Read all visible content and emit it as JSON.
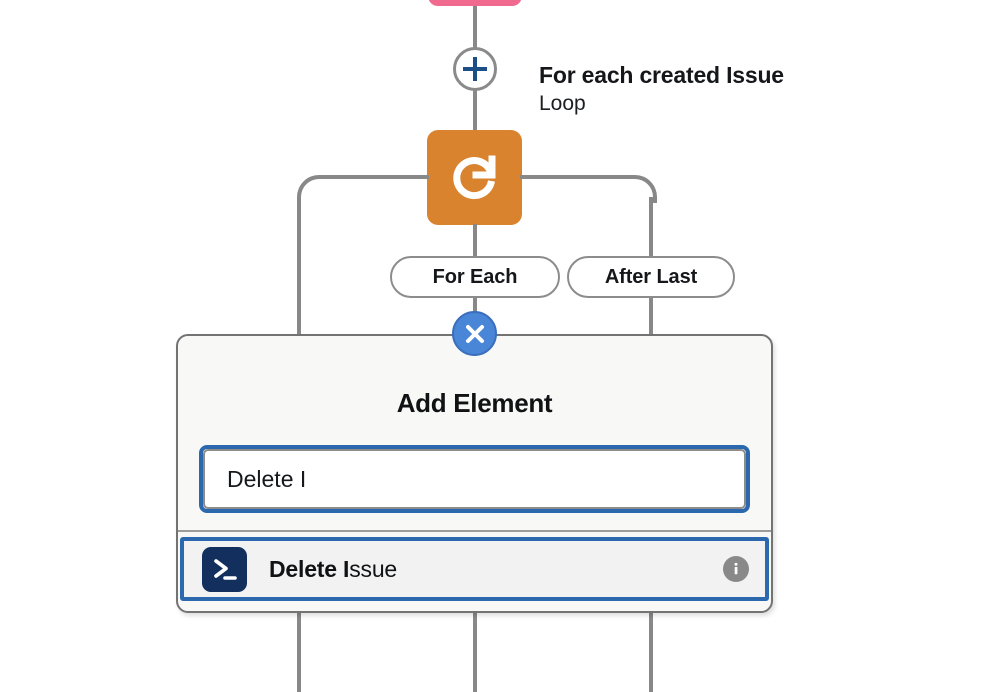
{
  "flow": {
    "nodes": {
      "previous_node": {
        "icon": "pink-node",
        "color": "#ef6a8e"
      },
      "loop": {
        "icon": "loop-redo-icon",
        "color": "#d9832e",
        "title": "For each created Issue",
        "subtitle": "Loop"
      }
    },
    "add_node_button": {
      "icon": "plus-icon",
      "label": "+"
    },
    "branches": [
      {
        "label": "For Each",
        "name": "branch-for-each"
      },
      {
        "label": "After Last",
        "name": "branch-after-last"
      }
    ]
  },
  "dialog": {
    "title": "Add Element",
    "close_label": "×",
    "close_icon": "close-x-icon",
    "search": {
      "value": "Delete I",
      "placeholder": ""
    },
    "results": [
      {
        "icon": "terminal-icon",
        "icon_color": "#132f5e",
        "match": "Delete I",
        "rest": "ssue",
        "full_label": "Delete Issue",
        "info_icon": "info-icon"
      }
    ]
  },
  "colors": {
    "accent_blue": "#2b68ad",
    "close_blue": "#4a86d8",
    "loop_orange": "#d9832e",
    "pink": "#ef6a8e",
    "connector_gray": "#888888",
    "panel_bg": "#f8f8f7"
  }
}
